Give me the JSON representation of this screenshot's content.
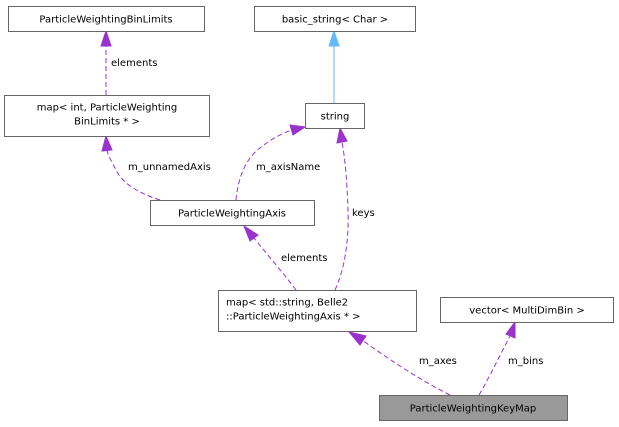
{
  "diagram": {
    "type": "collaboration-graph",
    "nodes": {
      "bin_limits": {
        "label": [
          "ParticleWeightingBinLimits"
        ]
      },
      "map_int": {
        "label": [
          "map< int, ParticleWeighting",
          "BinLimits * >"
        ]
      },
      "basic_string": {
        "label": [
          "basic_string< Char >"
        ]
      },
      "string": {
        "label": [
          "string"
        ]
      },
      "axis": {
        "label": [
          "ParticleWeightingAxis"
        ]
      },
      "map_string": {
        "label": [
          "map< std::string, Belle2",
          "::ParticleWeightingAxis * >"
        ]
      },
      "vector": {
        "label": [
          "vector< MultiDimBin >"
        ]
      },
      "keymap": {
        "label": [
          "ParticleWeightingKeyMap"
        ],
        "highlighted": true
      }
    },
    "edges": [
      {
        "from": "map_int",
        "to": "bin_limits",
        "label": "elements",
        "kind": "usage"
      },
      {
        "from": "string",
        "to": "basic_string",
        "label": "",
        "kind": "inheritance"
      },
      {
        "from": "axis",
        "to": "map_int",
        "label": "m_unnamedAxis",
        "kind": "usage"
      },
      {
        "from": "axis",
        "to": "string",
        "label": "m_axisName",
        "kind": "usage"
      },
      {
        "from": "map_string",
        "to": "string",
        "label": "keys",
        "kind": "usage"
      },
      {
        "from": "map_string",
        "to": "axis",
        "label": "elements",
        "kind": "usage"
      },
      {
        "from": "keymap",
        "to": "map_string",
        "label": "m_axes",
        "kind": "usage"
      },
      {
        "from": "keymap",
        "to": "vector",
        "label": "m_bins",
        "kind": "usage"
      }
    ],
    "colors": {
      "usage_edge": "#9a32cd",
      "inheritance_edge": "#63b8ff",
      "node_border": "#666666",
      "focus_fill": "#999999"
    }
  }
}
